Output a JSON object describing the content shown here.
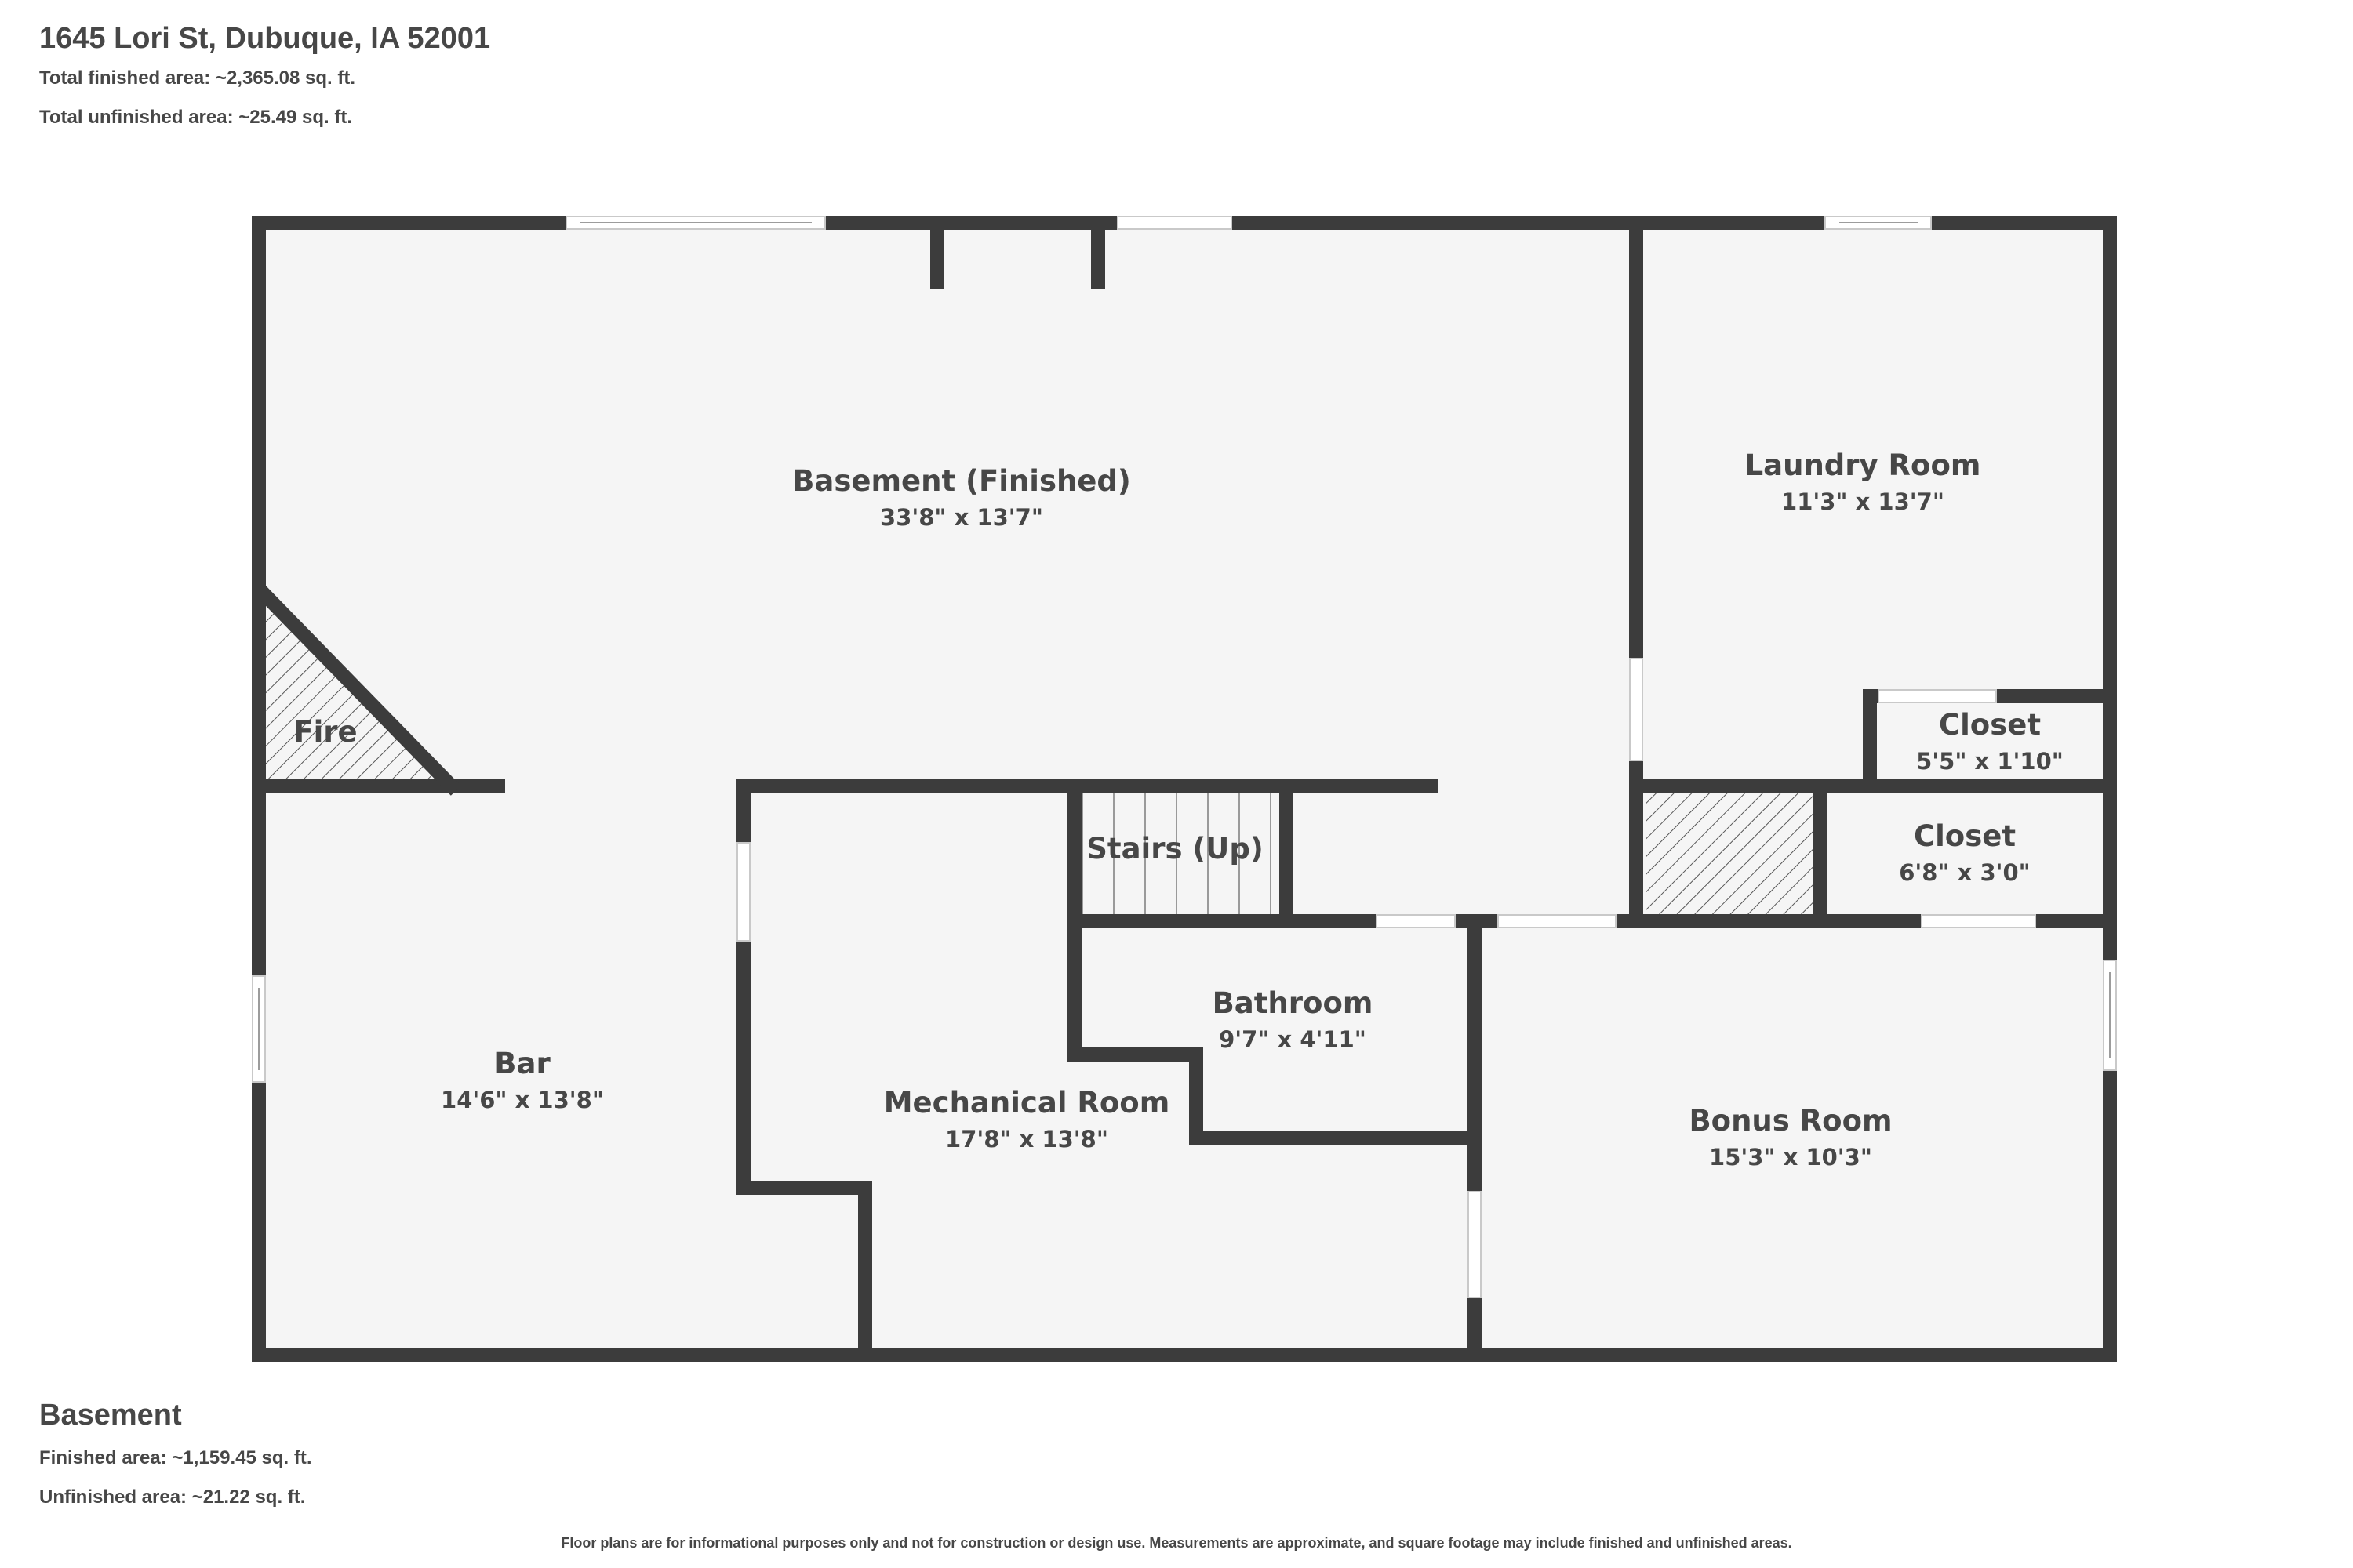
{
  "header": {
    "address": "1645 Lori St, Dubuque, IA 52001",
    "total_finished": "Total finished area: ~2,365.08 sq. ft.",
    "total_unfinished": "Total unfinished area: ~25.49 sq. ft."
  },
  "floor": {
    "name": "Basement",
    "finished": "Finished area: ~1,159.45 sq. ft.",
    "unfinished": "Unfinished area: ~21.22 sq. ft."
  },
  "disclaimer": "Floor plans are for informational purposes only and not for construction or design use. Measurements are approximate, and square footage may include finished and unfinished areas.",
  "rooms": {
    "basement": {
      "name": "Basement (Finished)",
      "dims": "33'8\" x 13'7\""
    },
    "laundry": {
      "name": "Laundry Room",
      "dims": "11'3\" x 13'7\""
    },
    "closet1": {
      "name": "Closet",
      "dims": "5'5\" x 1'10\""
    },
    "closet2": {
      "name": "Closet",
      "dims": "6'8\" x 3'0\""
    },
    "stairs": {
      "name": "Stairs (Up)"
    },
    "fire": {
      "name": "Fire"
    },
    "bathroom": {
      "name": "Bathroom",
      "dims": "9'7\" x 4'11\""
    },
    "bar": {
      "name": "Bar",
      "dims": "14'6\" x 13'8\""
    },
    "mechanical": {
      "name": "Mechanical Room",
      "dims": "17'8\" x 13'8\""
    },
    "bonus": {
      "name": "Bonus Room",
      "dims": "15'3\" x 10'3\""
    }
  },
  "colors": {
    "wall": "#3c3c3c",
    "floor": "#f5f5f5",
    "text": "#474747"
  }
}
